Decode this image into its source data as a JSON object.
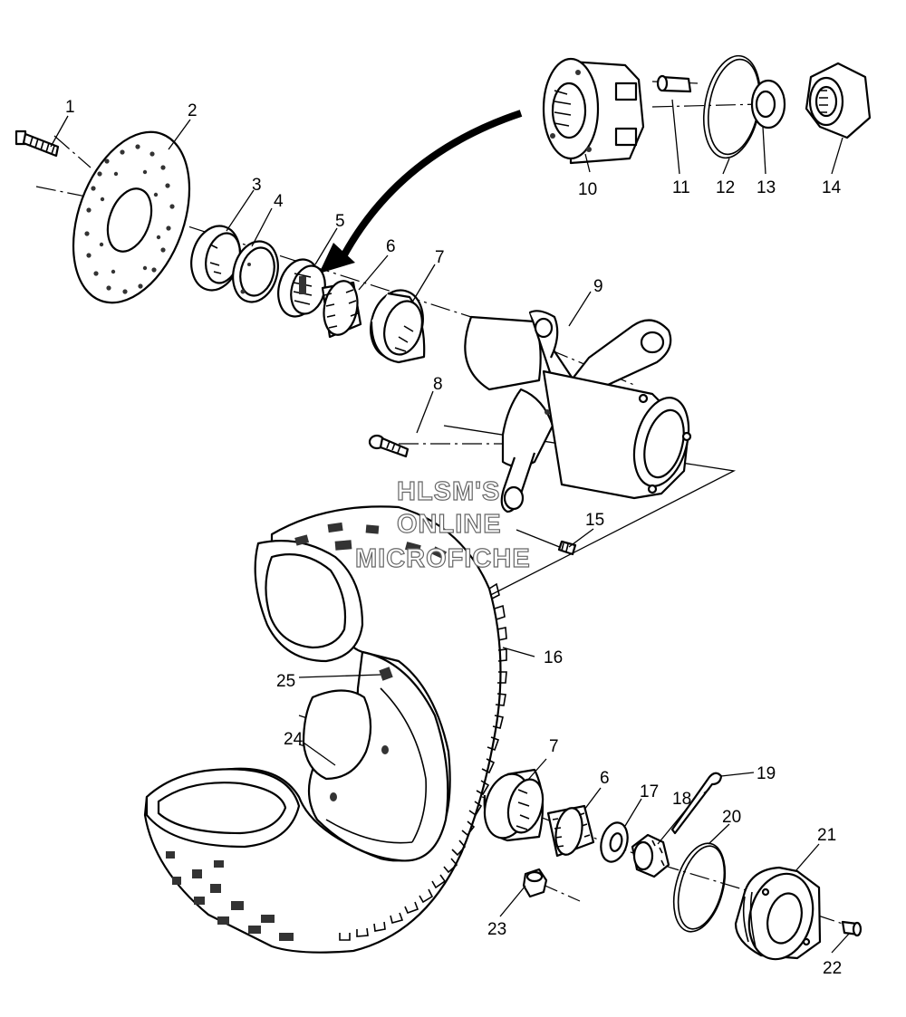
{
  "watermark": {
    "line1": "HLSM'S",
    "line2": "ONLINE",
    "line3": "MICROFICHE"
  },
  "callouts": {
    "c1": "1",
    "c2": "2",
    "c3": "3",
    "c4": "4",
    "c5": "5",
    "c6": "6",
    "c7": "7",
    "c8": "8",
    "c9": "9",
    "c10": "10",
    "c11": "11",
    "c12": "12",
    "c13": "13",
    "c14": "14",
    "c15": "15",
    "c16": "16",
    "c17": "17",
    "c18": "18",
    "c19": "19",
    "c20": "20",
    "c21": "21",
    "c22": "22",
    "c23": "23",
    "c24": "24",
    "c25": "25",
    "c6b": "6",
    "c7b": "7"
  }
}
